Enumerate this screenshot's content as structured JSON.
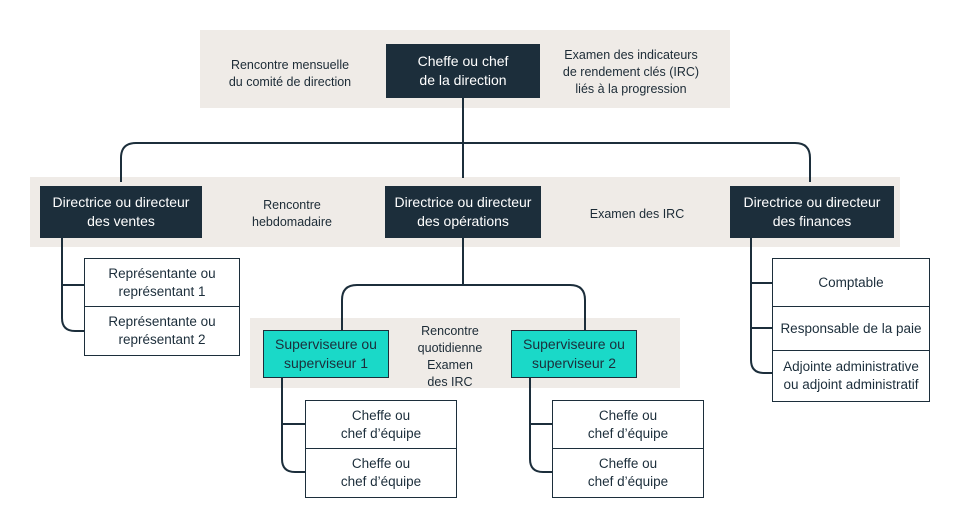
{
  "ceo": {
    "title": "Cheffe ou chef\nde la direction",
    "meeting": "Rencontre mensuelle\ndu comité de direction",
    "review": "Examen des indicateurs\nde rendement clés (IRC)\nliés à la progression"
  },
  "directors": {
    "sales": "Directrice ou directeur\ndes ventes",
    "operations": "Directrice ou directeur\ndes opérations",
    "finance": "Directrice ou directeur\ndes finances",
    "meeting": "Rencontre\nhebdomadaire",
    "review": "Examen des IRC"
  },
  "sales_reps": [
    "Représentante ou\nreprésentant 1",
    "Représentante ou\nreprésentant 2"
  ],
  "supervisors": {
    "s1": "Superviseure ou\nsuperviseur 1",
    "s2": "Superviseure ou\nsuperviseur 2",
    "meeting": "Rencontre\nquotidienne",
    "review": "Examen\ndes IRC"
  },
  "team_leads_1": [
    "Cheffe ou\nchef d’équipe",
    "Cheffe ou\nchef d’équipe"
  ],
  "team_leads_2": [
    "Cheffe ou\nchef d’équipe",
    "Cheffe ou\nchef d’équipe"
  ],
  "finance_staff": [
    "Comptable",
    "Responsable de la paie",
    "Adjointe administrative\nou adjoint administratif"
  ]
}
